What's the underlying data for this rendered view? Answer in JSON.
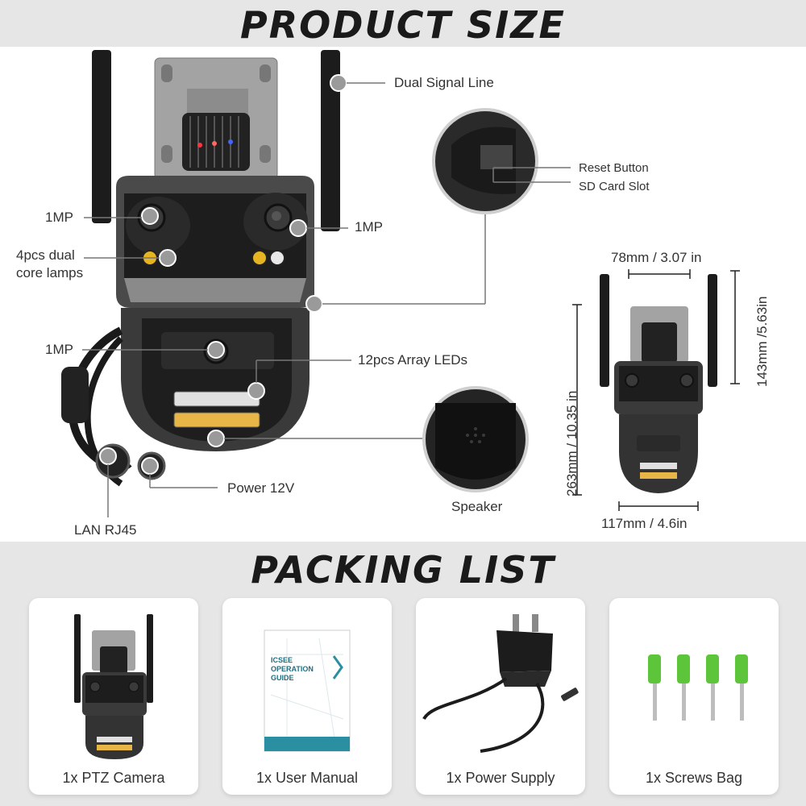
{
  "headings": {
    "product_size": "PRODUCT SIZE",
    "packing_list": "PACKING LIST"
  },
  "callouts": {
    "dual_signal_line": "Dual Signal Line",
    "mp_left": "1MP",
    "mp_right": "1MP",
    "mp_bottom": "1MP",
    "lamps": "4pcs dual\ncore lamps",
    "array_leds": "12pcs Array LEDs",
    "power": "Power 12V",
    "lan": "LAN RJ45",
    "speaker": "Speaker",
    "reset_button": "Reset Button",
    "sd_card_slot": "SD Card Slot"
  },
  "dimensions": {
    "width_top": "78mm / 3.07 in",
    "height_total": "263mm / 10.35 in",
    "height_upper": "143mm /5.63in",
    "width_bottom": "117mm / 4.6in"
  },
  "manual_cover": {
    "title": "ICSEE OPERATION GUIDE"
  },
  "packing_items": [
    {
      "label": "1x PTZ Camera"
    },
    {
      "label": "1x User Manual"
    },
    {
      "label": "1x Power Supply"
    },
    {
      "label": "1x Screws Bag"
    }
  ],
  "colors": {
    "band": "#e6e6e6",
    "camera_body": "#2b2b2b",
    "bracket": "#9a9a9a",
    "screw_anchor": "#5cc53a"
  }
}
